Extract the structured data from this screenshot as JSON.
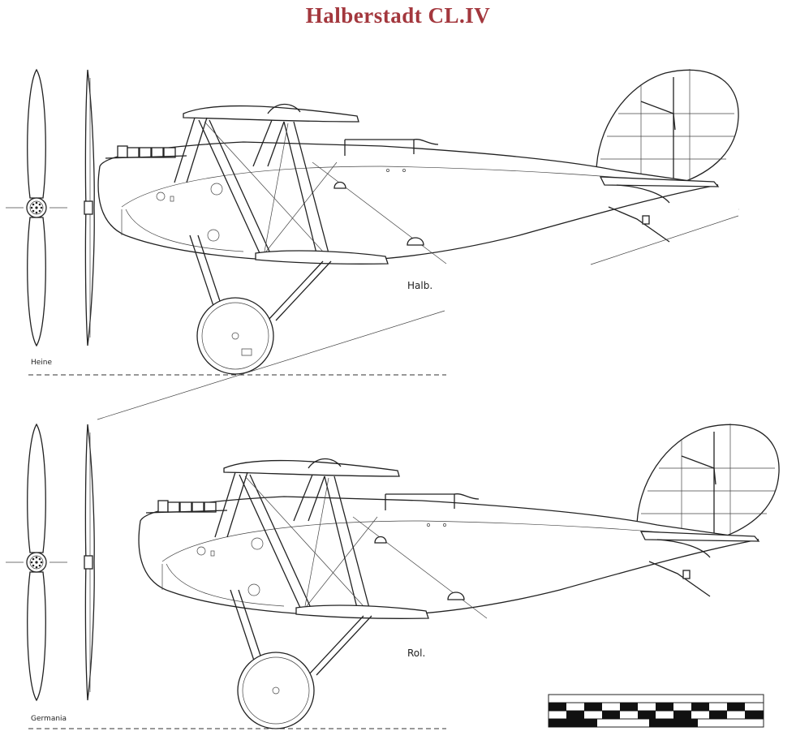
{
  "title": "Halberstadt CL.IV",
  "colors": {
    "title": "#a3373d",
    "line": "#222222",
    "background": "#ffffff"
  },
  "views": [
    {
      "variant_label": "Halb.",
      "propeller_label": "Heine"
    },
    {
      "variant_label": "Rol.",
      "propeller_label": "Germania"
    }
  ]
}
